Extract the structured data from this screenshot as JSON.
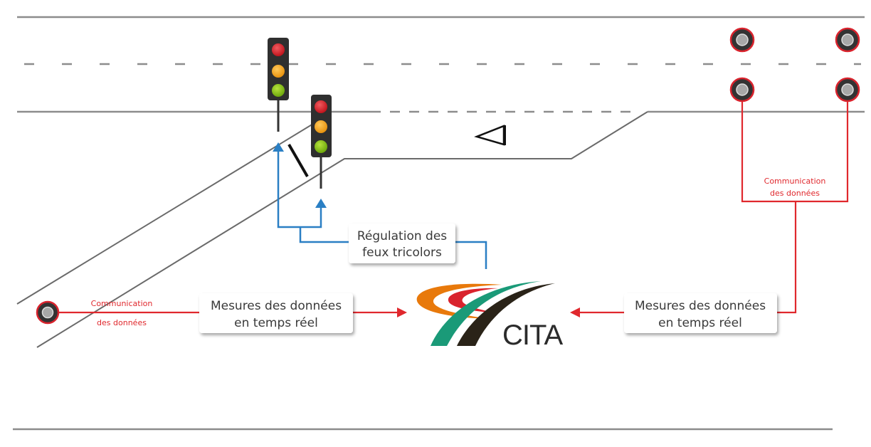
{
  "colors": {
    "road": "#8c8c8c",
    "data_link": "#e0282d",
    "control_link": "#2a7fc4",
    "traffic_light_body": "#2f2f2f",
    "light_red": "#d9232d",
    "light_amber": "#f6a623",
    "light_green": "#8cc414",
    "sensor_ring": "#d9232d",
    "sensor_body": "#333333",
    "sensor_core": "#a8a8a8",
    "logo_orange": "#e8790b",
    "logo_red": "#d9232d",
    "logo_green": "#1a9a78",
    "logo_dark": "#2a2318"
  },
  "labels": {
    "regulation_box": [
      "Régulation des",
      "feux tricolors"
    ],
    "left_measure_box": [
      "Mesures des données",
      "en temps réel"
    ],
    "right_measure_box": [
      "Mesures des données",
      "en temps réel"
    ],
    "left_comm": [
      "Communication",
      "des données"
    ],
    "right_comm": [
      "Communication",
      "des données"
    ]
  },
  "logo": {
    "text": "CITA"
  },
  "traffic_lights": [
    {
      "name": "main-road-light",
      "states": [
        "red",
        "amber",
        "green"
      ]
    },
    {
      "name": "ramp-light",
      "states": [
        "red",
        "amber",
        "green"
      ]
    }
  ],
  "sensors": [
    {
      "name": "sensor-top-left"
    },
    {
      "name": "sensor-top-right"
    },
    {
      "name": "sensor-bottom-left"
    },
    {
      "name": "sensor-bottom-right"
    },
    {
      "name": "sensor-ramp"
    }
  ]
}
